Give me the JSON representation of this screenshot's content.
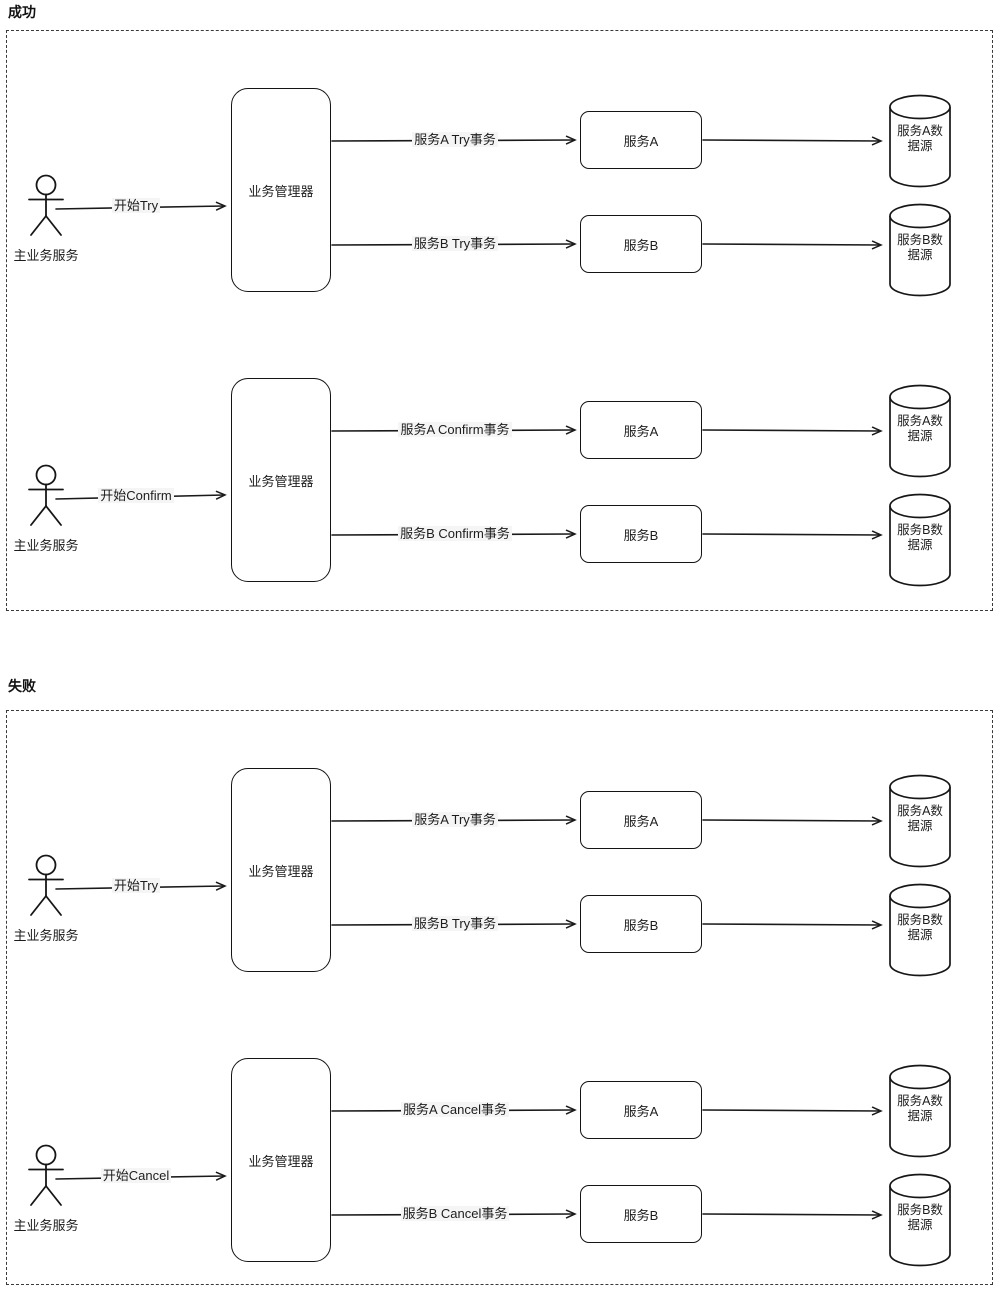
{
  "page": {
    "background": "#ffffff",
    "line_color": "#1a1a1a",
    "label_background": "#f5f5f5",
    "icons": {
      "actor": "actor-icon",
      "datasource": "database-icon",
      "arrowhead": "arrowhead-icon"
    }
  },
  "sections": [
    {
      "title": "成功",
      "flows": [
        {
          "actor_label": "主业务服务",
          "start_label": "开始Try",
          "manager_label": "业务管理器",
          "branches": [
            {
              "arrow_label": "服务A Try事务",
              "service_label": "服务A",
              "datasource_label": "服务A数据源"
            },
            {
              "arrow_label": "服务B Try事务",
              "service_label": "服务B",
              "datasource_label": "服务B数据源"
            }
          ]
        },
        {
          "actor_label": "主业务服务",
          "start_label": "开始Confirm",
          "manager_label": "业务管理器",
          "branches": [
            {
              "arrow_label": "服务A Confirm事务",
              "service_label": "服务A",
              "datasource_label": "服务A数据源"
            },
            {
              "arrow_label": "服务B Confirm事务",
              "service_label": "服务B",
              "datasource_label": "服务B数据源"
            }
          ]
        }
      ]
    },
    {
      "title": "失败",
      "flows": [
        {
          "actor_label": "主业务服务",
          "start_label": "开始Try",
          "manager_label": "业务管理器",
          "branches": [
            {
              "arrow_label": "服务A Try事务",
              "service_label": "服务A",
              "datasource_label": "服务A数据源"
            },
            {
              "arrow_label": "服务B Try事务",
              "service_label": "服务B",
              "datasource_label": "服务B数据源"
            }
          ]
        },
        {
          "actor_label": "主业务服务",
          "start_label": "开始Cancel",
          "manager_label": "业务管理器",
          "branches": [
            {
              "arrow_label": "服务A Cancel事务",
              "service_label": "服务A",
              "datasource_label": "服务A数据源"
            },
            {
              "arrow_label": "服务B Cancel事务",
              "service_label": "服务B",
              "datasource_label": "服务B数据源"
            }
          ]
        }
      ]
    }
  ]
}
